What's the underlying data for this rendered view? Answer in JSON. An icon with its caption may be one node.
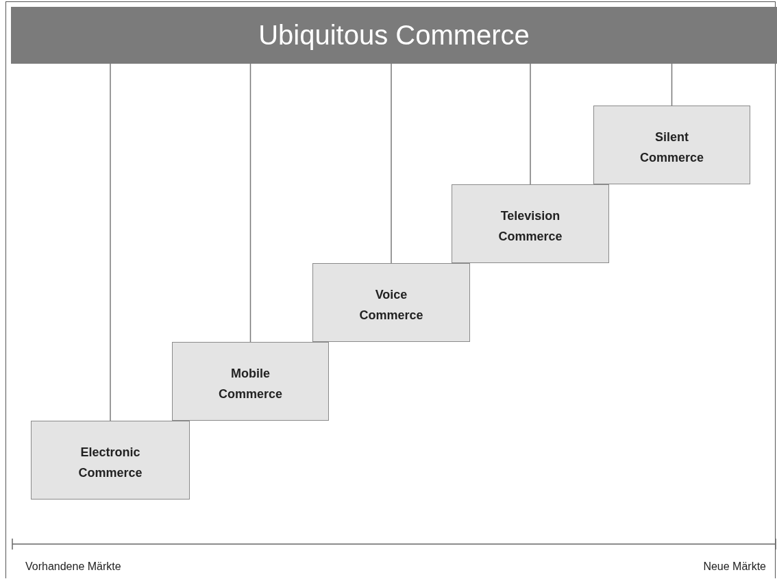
{
  "diagram": {
    "nodes": [
      {
        "text": [
          "Ubiquitous Commerce"
        ]
      },
      {
        "text": [
          "Electronic Commerce"
        ]
      },
      {
        "text": [
          "Mobile Commerce"
        ]
      },
      {
        "text": [
          "Voice Commerce"
        ]
      },
      {
        "text": [
          "Television Commerce"
        ]
      },
      {
        "text": [
          "Silent Commerce"
        ]
      }
    ],
    "edges": [
      {
        "from": 0,
        "to": 1,
        "arrow": "none"
      },
      {
        "from": 0,
        "to": 2,
        "arrow": "none"
      },
      {
        "from": 0,
        "to": 3,
        "arrow": "none"
      },
      {
        "from": 0,
        "to": 4,
        "arrow": "none"
      },
      {
        "from": 0,
        "to": 5,
        "arrow": "none"
      }
    ],
    "labels": [
      "Vorhandene Märkte",
      "Neue Märkte"
    ]
  }
}
